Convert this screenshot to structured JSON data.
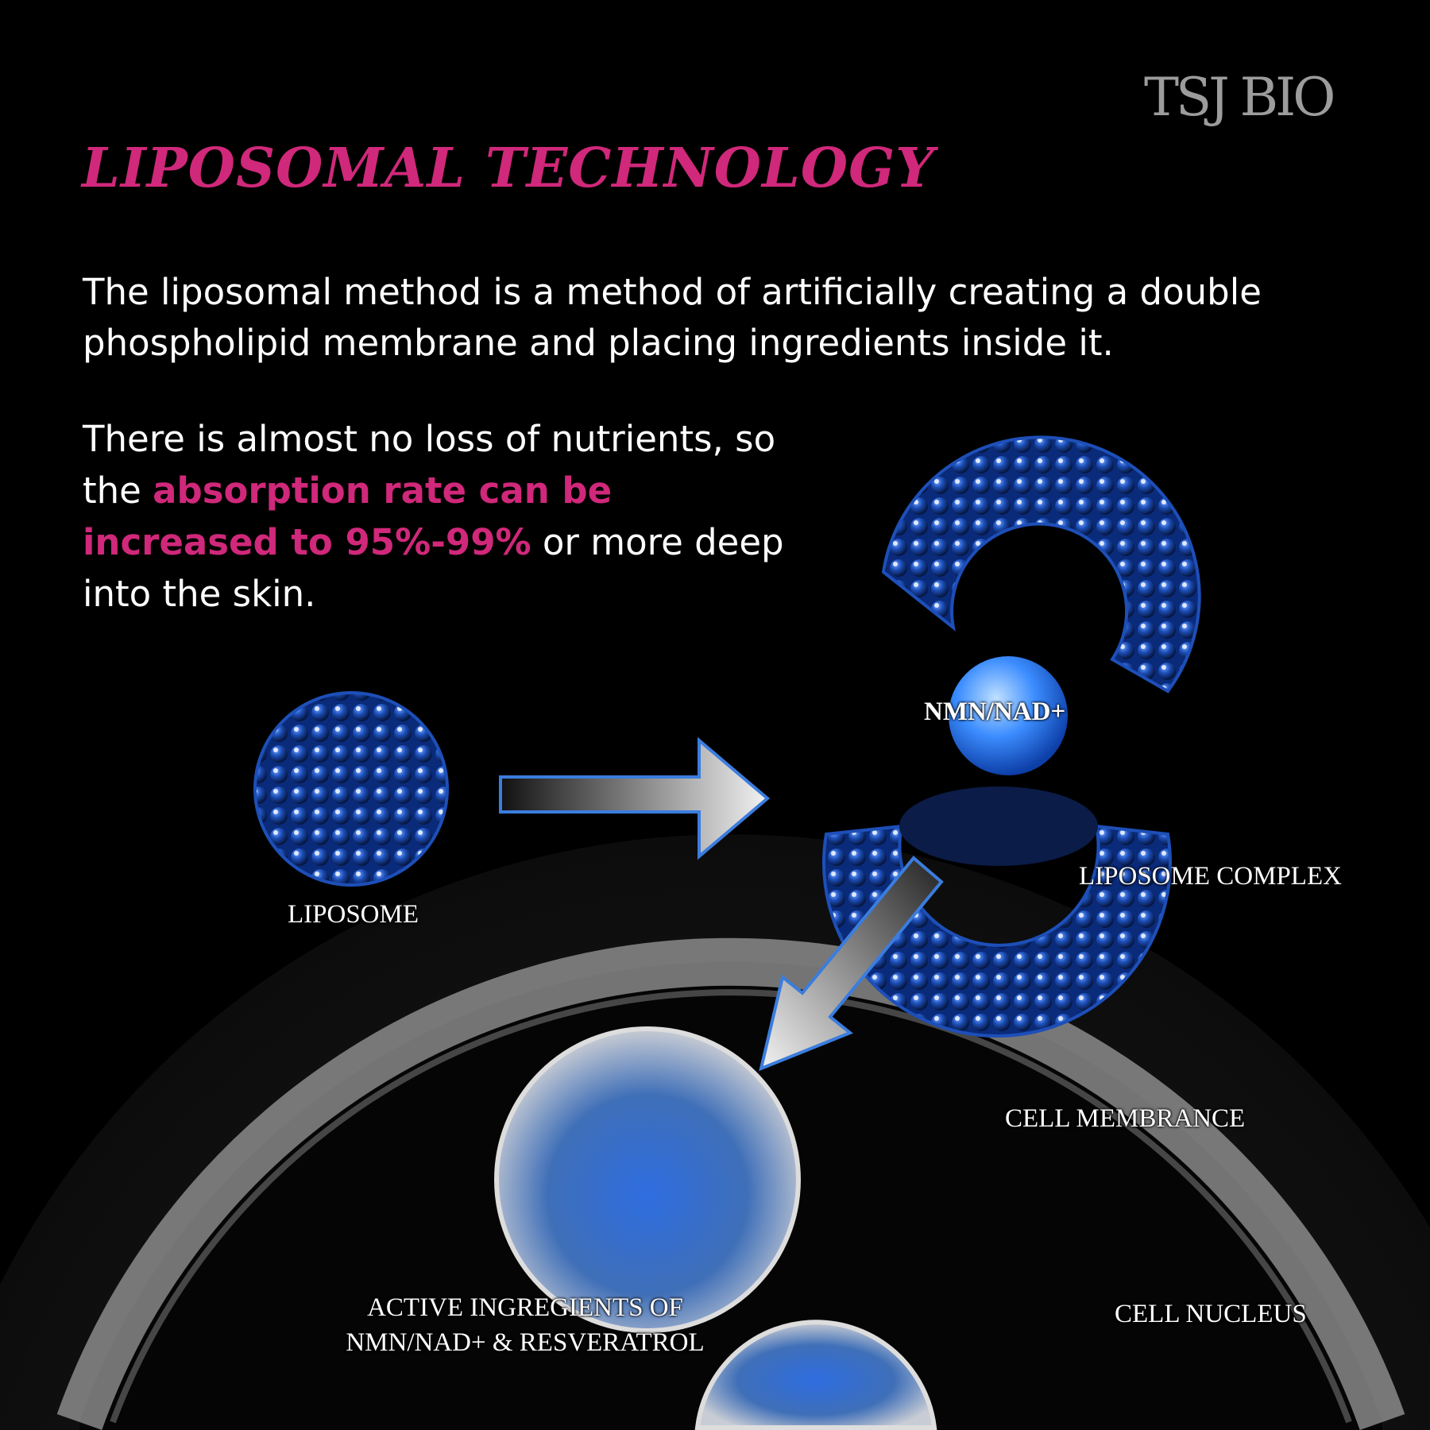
{
  "brand": {
    "logo": "TSJ BIO"
  },
  "title": "LIPOSOMAL TECHNOLOGY",
  "intro": "The liposomal method is a method of artificially creating a double phospholipid membrane and placing ingredients inside it.",
  "benefit": {
    "before": "There is almost no loss of nutrients, so the ",
    "highlight": "absorption rate can be increased to 95%-99%",
    "after": " or more deep into the skin."
  },
  "labels": {
    "liposome": "LIPOSOME",
    "nmn": "NMN/NAD+",
    "complex": "LIPOSOME COMPLEX",
    "membrane": "CELL MEMBRANCE",
    "nucleus": "CELL NUCLEUS",
    "active_line1": "ACTIVE INGREGIENTS OF",
    "active_line2": "NMN/NAD+ & RESVERATROL"
  },
  "colors": {
    "accent": "#d0287a",
    "liposome_blue": "#1d4fb8",
    "logo": "#9c9c9c"
  }
}
